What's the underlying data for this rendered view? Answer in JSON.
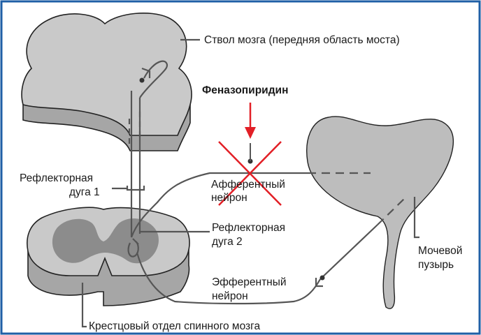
{
  "colors": {
    "frame": "#1f5fa6",
    "tissue_fill": "#c9c9c9",
    "tissue_side": "#a6a6a6",
    "gray_matter": "#8c8c8c",
    "nerve": "#555555",
    "block_cross": "#e21f26",
    "arrow": "#e21f26"
  },
  "labels": {
    "brainstem": "Ствол мозга (передняя область моста)",
    "drug": "Феназопиридин",
    "reflex_arc_1_line1": "Рефлекторная",
    "reflex_arc_1_line2": "дуга 1",
    "afferent_line1": "Афферентный",
    "afferent_line2": "нейрон",
    "reflex_arc_2_line1": "Рефлекторная",
    "reflex_arc_2_line2": "дуга 2",
    "bladder_line1": "Мочевой",
    "bladder_line2": "пузырь",
    "efferent_line1": "Эфферентный",
    "efferent_line2": "нейрон",
    "sacral_cord": "Крестцовый отдел спинного мозга"
  }
}
